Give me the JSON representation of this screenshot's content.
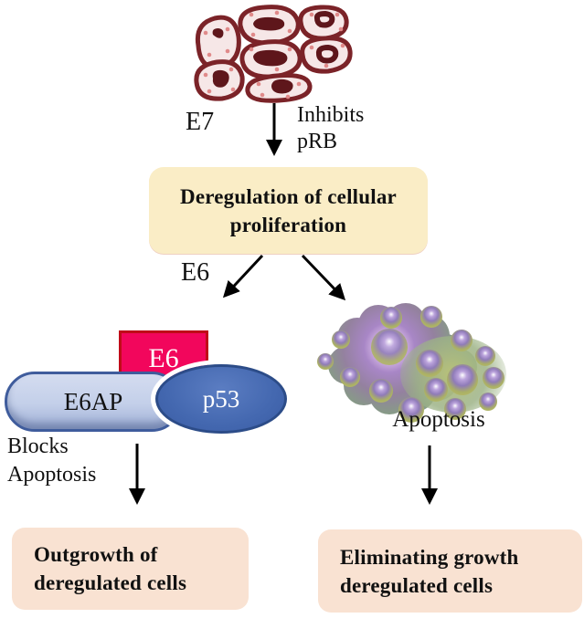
{
  "figure": {
    "type": "pathway-diagram",
    "description": "HPV E6/E7 oncoprotein pathway diagram"
  },
  "labels": {
    "e7": "E7",
    "inhibits_prb": "Inhibits\npRB",
    "deregulation_box": "Deregulation of cellular\nproliferation",
    "e6": "E6",
    "e6_protein": "E6",
    "e6ap_protein": "E6AP",
    "p53_protein": "p53",
    "blocks_apoptosis": "Blocks\nApoptosis",
    "apoptosis": "Apoptosis",
    "outgrowth_box": "Outgrowth of\nderegulated cells",
    "eliminating_box": "Eliminating growth\nderegulated cells"
  },
  "icons": {
    "tumor_cells_illustration": "cluster of seven dysplastic cells with dark nuclei",
    "apoptosis_illustration": "apoptotic cell breaking into purple-green apoptotic bodies",
    "arrows": [
      "top-down-arrow",
      "left-diagonal-arrow",
      "right-diagonal-arrow",
      "blocks-down-arrow",
      "apoptosis-down-arrow"
    ]
  },
  "colors": {
    "deregulation_box_bg": "#FAEDC6",
    "outcome_box_bg": "#F9E2D2",
    "e6_box_bg": "#F2065C",
    "e6_box_border": "#C00B18",
    "e6ap_bg": "#C3CFE9",
    "e6ap_border": "#3F5C9C",
    "p53_bg": "#4468B0",
    "p53_border": "#2C4C88",
    "arrow": "#000000",
    "cell_outline": "#7B2328",
    "cell_fill": "#F6E7E7",
    "cell_nucleus": "#5E161B",
    "apoptosis_purple": "#A886C6",
    "apoptosis_green": "#8AA98F",
    "vesicle_rim": "#B4B868"
  }
}
